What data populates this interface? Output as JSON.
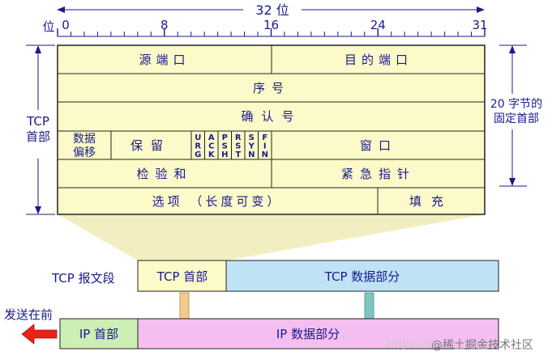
{
  "ruler": {
    "title": "32 位",
    "bit_label": "位",
    "ticks": [
      {
        "label": "0",
        "bit": 0
      },
      {
        "label": "8",
        "bit": 8
      },
      {
        "label": "16",
        "bit": 16
      },
      {
        "label": "24",
        "bit": 24
      },
      {
        "label": "31",
        "bit": 32
      }
    ]
  },
  "side_left": [
    "TCP",
    "首部"
  ],
  "side_right": [
    "20 字节的",
    "固定首部"
  ],
  "fields": {
    "src_port": "源端口",
    "dst_port": "目的端口",
    "seq": "序号",
    "ack": "确认号",
    "data_offset": [
      "数据",
      "偏移"
    ],
    "reserved": "保留",
    "flags": [
      "URG",
      "ACK",
      "PSH",
      "RST",
      "SYN",
      "FIN"
    ],
    "window": "窗口",
    "checksum": "检验和",
    "urgent": "紧急指针",
    "options": "选项 （长度可变）",
    "padding": "填充"
  },
  "segment": {
    "label": "TCP 报文段",
    "header": "TCP 首部",
    "data": "TCP 数据部分"
  },
  "ip": {
    "send_first": "发送在前",
    "header": "IP 首部",
    "data": "IP 数据部分"
  },
  "watermark": "https://bl",
  "credit": "@稀土掘金技术社区",
  "colors": {
    "header_fill": "#fcfac8",
    "projection": "#f3eec1",
    "tcp_data_fill": "#bfe3f5",
    "ip_header_fill": "#cdeeb4",
    "ip_data_fill": "#f4bff0",
    "send_arrow": "#e8231a",
    "down_arrow_orange": "#f6c98a",
    "down_arrow_teal": "#7cc7c0",
    "text": "#1a1a8c"
  }
}
